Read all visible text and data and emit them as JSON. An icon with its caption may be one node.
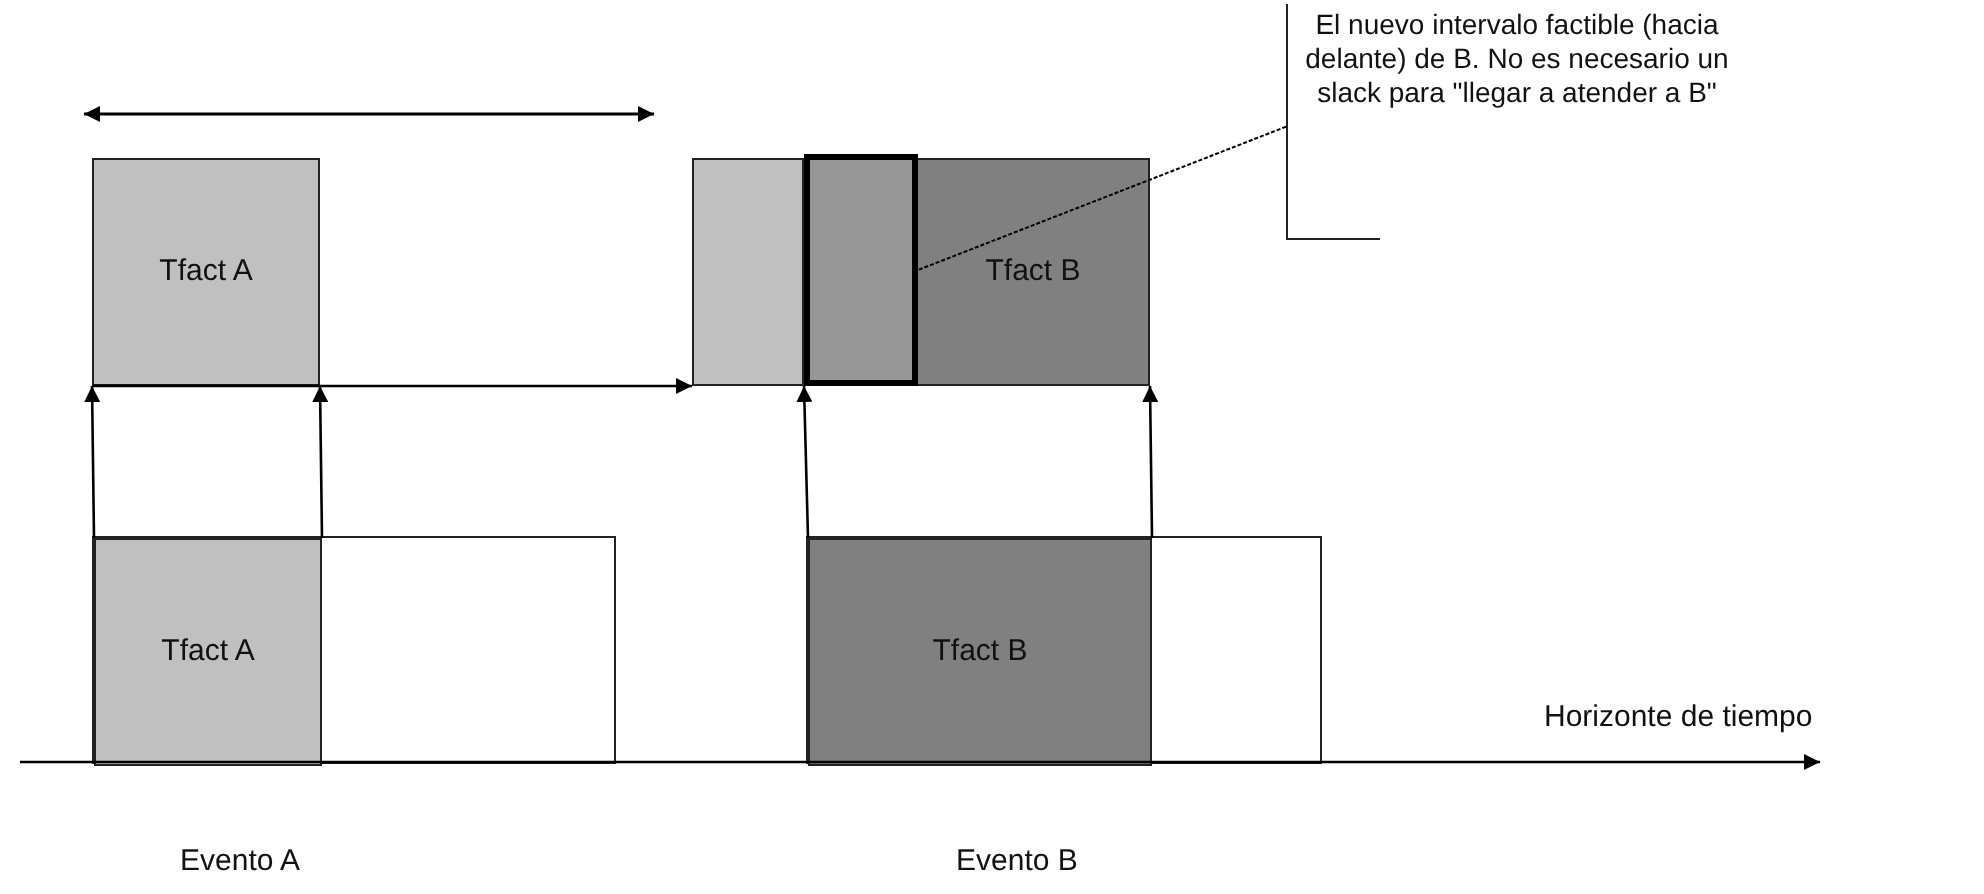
{
  "diagram": {
    "nodes": [
      {
        "text": [
          "Tfact A"
        ]
      },
      {
        "text": [],
        "shape": "box"
      },
      {
        "text": [],
        "shape": "box"
      },
      {
        "text": [
          "Tfact B"
        ]
      },
      {
        "text": [],
        "shape": "box"
      },
      {
        "text": [
          "Tfact A"
        ],
        "in": 4
      },
      {
        "text": [],
        "shape": "box"
      },
      {
        "text": [
          "Tfact B"
        ],
        "in": 6
      },
      {
        "text": [
          "El nuevo intervalo factible (hacia delante) de B. No es necesario un slack para \"llegar a atender a B\""
        ]
      }
    ],
    "edges": [
      {
        "from": 0,
        "to": 1,
        "arrow": "to"
      },
      {
        "from": 5,
        "to": 0,
        "arrow": "to"
      },
      {
        "from": 5,
        "to": 0,
        "arrow": "to"
      },
      {
        "from": 7,
        "to": 2,
        "arrow": "to"
      },
      {
        "from": 7,
        "to": 3,
        "arrow": "to"
      },
      {
        "from": 8,
        "to": 2,
        "arrow": "none",
        "style": "dashed"
      }
    ],
    "labels": [
      "Horizonte de tiempo",
      "Evento A",
      "Evento B"
    ]
  }
}
